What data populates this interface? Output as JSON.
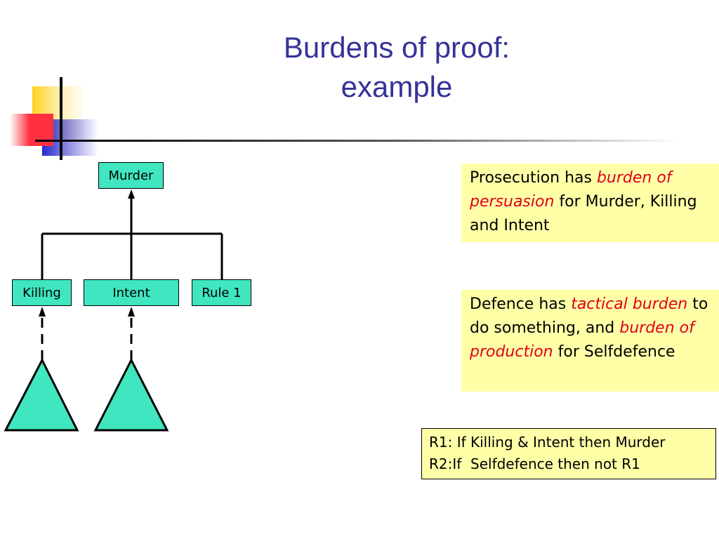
{
  "slide": {
    "title_line1": "Burdens of proof:",
    "title_line2": "example"
  },
  "colors": {
    "title": "#333399",
    "node_fill": "#3FE6BF",
    "note_fill": "#FFFFA8",
    "emphasis": "#E0001B",
    "deco_yellow": "#FFD21E",
    "deco_red": "#FF3040",
    "deco_blue": "#2A2ACC"
  },
  "diagram": {
    "root": "Murder",
    "children": [
      "Killing",
      "Intent",
      "Rule 1"
    ]
  },
  "notes": {
    "prosecution": {
      "p1": "Prosecution has ",
      "e1": "burden of persuasion",
      "p2": " for Murder, Killing and Intent"
    },
    "defence": {
      "p1": "Defence has ",
      "e1": "tactical burden",
      "p2": " to do something, and ",
      "e2": "burden of production",
      "p3": " for Selfdefence"
    }
  },
  "rules": [
    "R1: If Killing & Intent then Murder",
    "R2:If  Selfdefence then not R1"
  ]
}
